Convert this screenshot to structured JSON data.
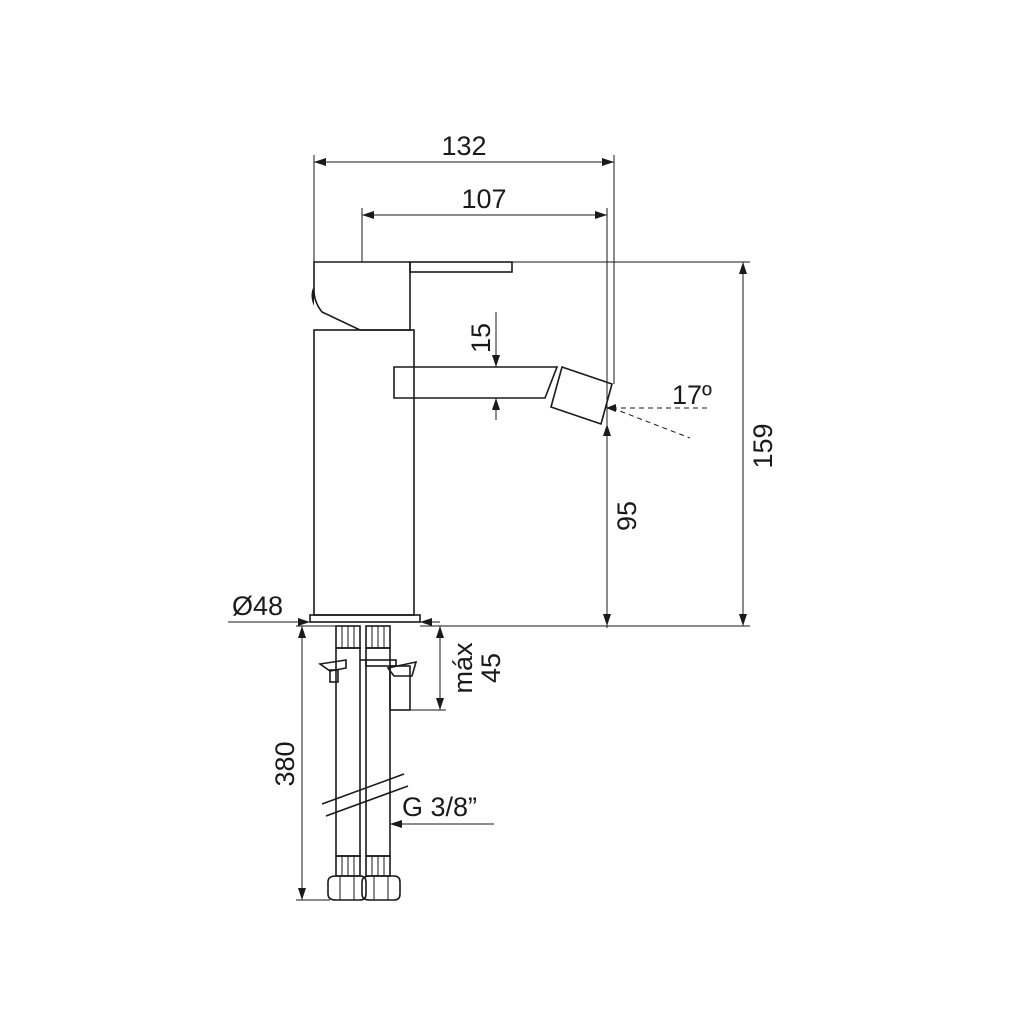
{
  "dimensions": {
    "total_width": "132",
    "lever_width": "107",
    "height": "159",
    "spout_height": "95",
    "spout_thickness": "15",
    "angle": "17º",
    "base_diameter": "Ø48",
    "max_label": "máx",
    "max_value": "45",
    "hose_length": "380",
    "thread": "G 3/8”"
  },
  "colors": {
    "line": "#1a1a1a",
    "background": "#ffffff"
  }
}
